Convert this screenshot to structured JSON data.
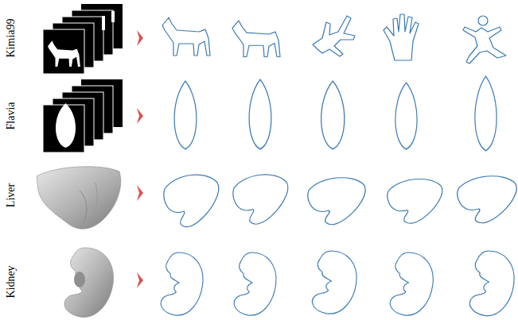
{
  "diagram": {
    "labels": [
      "Kimia99",
      "Flavia",
      "Liver",
      "Kidney"
    ]
  }
}
